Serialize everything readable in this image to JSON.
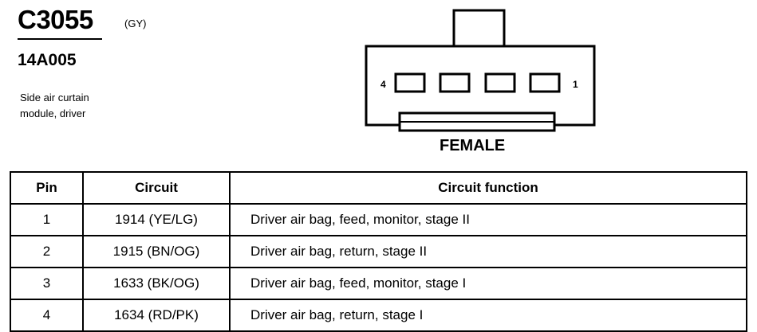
{
  "connector": {
    "id": "C3055",
    "color": "(GY)",
    "part_number": "14A005",
    "description_line1": "Side air curtain",
    "description_line2": "module, driver",
    "gender": "FEMALE",
    "pin_left_label": "4",
    "pin_right_label": "1"
  },
  "table": {
    "headers": {
      "pin": "Pin",
      "circuit": "Circuit",
      "function": "Circuit function"
    },
    "rows": [
      {
        "pin": "1",
        "circuit": "1914 (YE/LG)",
        "function": "Driver air bag, feed, monitor, stage II"
      },
      {
        "pin": "2",
        "circuit": "1915 (BN/OG)",
        "function": "Driver air bag, return, stage II"
      },
      {
        "pin": "3",
        "circuit": "1633 (BK/OG)",
        "function": "Driver air bag, feed, monitor, stage I"
      },
      {
        "pin": "4",
        "circuit": "1634 (RD/PK)",
        "function": "Driver air bag, return, stage I"
      }
    ]
  }
}
